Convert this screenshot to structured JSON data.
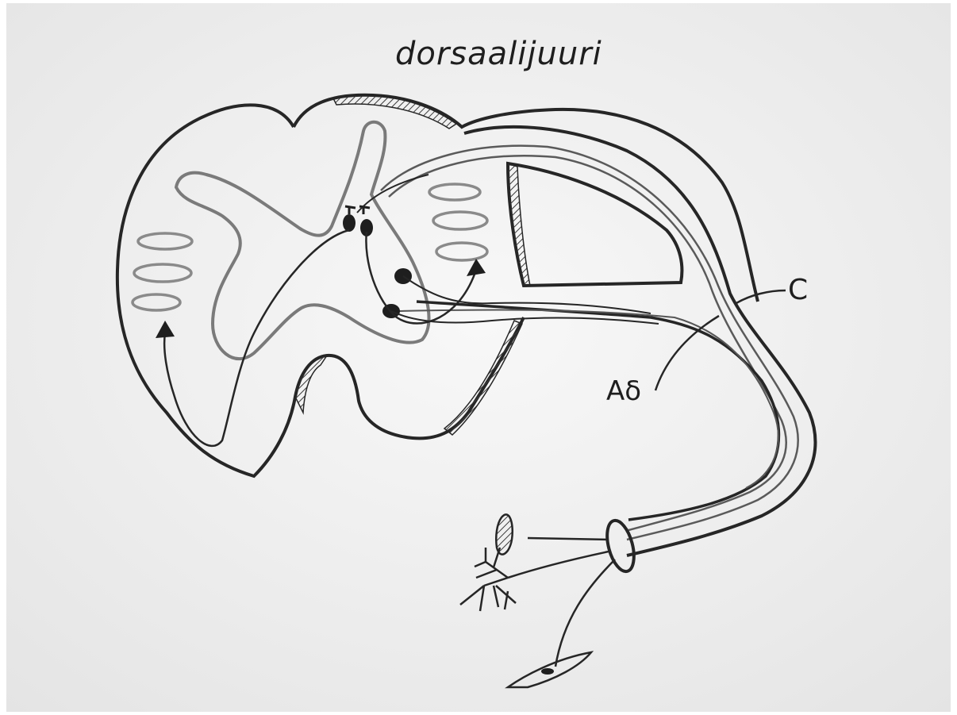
{
  "diagram": {
    "title": "dorsaalijuuri",
    "labels": {
      "c_fiber": "C",
      "a_delta_fiber": "Aδ"
    },
    "colors": {
      "paper": "#f1f1f1",
      "ink": "#262626",
      "grey_matter_outline": "#7a7a7a",
      "tract_outline": "#8a8a8a"
    }
  }
}
